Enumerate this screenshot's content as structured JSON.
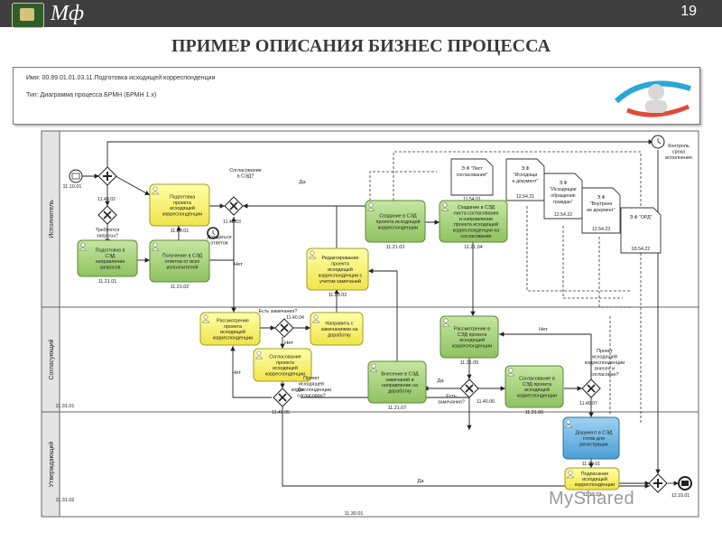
{
  "header": {
    "brand": "Мф",
    "page_number": "19"
  },
  "slide": {
    "title": "ПРИМЕР ОПИСАНИЯ БИЗНЕС ПРОЦЕССА"
  },
  "info": {
    "name": "Имя: 00.99.01.01.03.11.Подготовка исходящей корреспонденции",
    "type": "Тип: Диаграмма процесса БРМН (БРМН 1.х)"
  },
  "lanes": [
    "Исполнитель",
    "Согласующий",
    "Утверждающий"
  ],
  "lane_codes": [
    "11.10.01",
    "11.31.01",
    "11.31.02"
  ],
  "bottom_code": "11.30.01",
  "tasks": [
    {
      "id": "t1",
      "lines": [
        "Подготовка в",
        "СЭД",
        "направление",
        "запросов"
      ],
      "code": "11.21.01",
      "color": "green"
    },
    {
      "id": "t2",
      "lines": [
        "Подготовка",
        "проекта",
        "исходящей",
        "корреспонденции"
      ],
      "code": "11.20.01",
      "color": "yellow"
    },
    {
      "id": "t3",
      "lines": [
        "Получение в СЭД",
        "ответов от всех",
        "исполнителей"
      ],
      "code": "11.21.02",
      "color": "green"
    },
    {
      "id": "t4",
      "lines": [
        "Создание в СЭД",
        "проекта исходящей",
        "корреспонденции"
      ],
      "code": "11.21.03",
      "color": "green"
    },
    {
      "id": "t5",
      "lines": [
        "Создание в СЭД",
        "листа согласования",
        "и направление",
        "проекта исходящей",
        "корреспонденции на",
        "согласование"
      ],
      "code": "11.21.04",
      "color": "green"
    },
    {
      "id": "t6",
      "lines": [
        "Редактирование",
        "проекта",
        "исходящей",
        "корреспонденции с",
        "учетом замечаний"
      ],
      "code": "11.23.02",
      "color": "yellow"
    },
    {
      "id": "t7",
      "lines": [
        "Рассмотрение",
        "проекта",
        "исходящей",
        "корреспонденции"
      ],
      "code": "",
      "color": "yellow"
    },
    {
      "id": "t8",
      "lines": [
        "Направить с",
        "замечаниями на",
        "доработку"
      ],
      "code": "",
      "color": "yellow"
    },
    {
      "id": "t9",
      "lines": [
        "Согласование",
        "проекта",
        "исходящей",
        "корреспонденции"
      ],
      "code": "",
      "color": "yellow"
    },
    {
      "id": "t10",
      "lines": [
        "Рассмотрение в",
        "СЭД проекта",
        "исходящей",
        "корреспонденции"
      ],
      "code": "11.21.05",
      "color": "green"
    },
    {
      "id": "t11",
      "lines": [
        "Внесение в СЭД",
        "замечаний и",
        "направление на",
        "доработку"
      ],
      "code": "11.21.07",
      "color": "green"
    },
    {
      "id": "t12",
      "lines": [
        "Согласование в",
        "СЭД проекта",
        "исходящей",
        "корреспонденции"
      ],
      "code": "11.21.06",
      "color": "green"
    },
    {
      "id": "t13",
      "lines": [
        "Документ в СЭД",
        "готов для",
        "регистрации"
      ],
      "code": "11.20.01",
      "color": "blue"
    },
    {
      "id": "t14",
      "lines": [
        "Подписание",
        "исходящей",
        "корреспонденции"
      ],
      "code": "11.23.03",
      "color": "yellow"
    }
  ],
  "documents": [
    {
      "id": "d1",
      "lines": [
        "Э.Ф \"Лист",
        "согласования\""
      ],
      "code": "11.54.01"
    },
    {
      "id": "d2",
      "lines": [
        "Э.Ф",
        "\"Исходящи",
        "е документ\""
      ],
      "code": "12.54.21"
    },
    {
      "id": "d3",
      "lines": [
        "Э.Ф",
        "\"Исходящие",
        "обращение",
        "граждан\""
      ],
      "code": "12.54.22"
    },
    {
      "id": "d4",
      "lines": [
        "Э.Ф",
        "\"Внутренн",
        "ие документ\""
      ],
      "code": "12.54.23"
    },
    {
      "id": "d5",
      "lines": [
        "Э.Ф \"ОРД\""
      ],
      "code": "03.54.22"
    }
  ],
  "gateways": [
    {
      "id": "g1",
      "type": "parallel",
      "code": "11.40.02"
    },
    {
      "id": "g2",
      "type": "exclusive",
      "code": "",
      "label": [
        "Требуются",
        "запросы?"
      ]
    },
    {
      "id": "g3",
      "type": "exclusive",
      "code": "11.40.03",
      "label": [
        "Согласование",
        "в СЭД?"
      ]
    },
    {
      "id": "g4",
      "type": "exclusive",
      "code": "11.40.04",
      "label": [
        "Есть замечания?"
      ]
    },
    {
      "id": "g5",
      "type": "exclusive",
      "code": "11.40.05",
      "label": [
        "Проект",
        "исходящей",
        "корреспонденции",
        "согласован?"
      ]
    },
    {
      "id": "g6",
      "type": "exclusive",
      "code": "11.40.06",
      "label": [
        "Есть",
        "замечания?"
      ]
    },
    {
      "id": "g7",
      "type": "exclusive",
      "code": "11.40.07",
      "label": [
        "Проект",
        "исходящей",
        "корреспонденции",
        "внесен и",
        "согласован?"
      ]
    },
    {
      "id": "g8",
      "type": "parallel",
      "code": ""
    }
  ],
  "events": [
    {
      "id": "start",
      "code": "11.10.01"
    },
    {
      "id": "timer",
      "label": [
        "Контроль",
        "срока",
        "исполнения"
      ]
    },
    {
      "id": "end",
      "code": "12.10.01"
    },
    {
      "id": "wait",
      "label": [
        "Дождаться",
        "ответов"
      ]
    }
  ],
  "flow_labels": {
    "yes": "Да",
    "no": "Нет"
  },
  "watermark": "MyShared"
}
